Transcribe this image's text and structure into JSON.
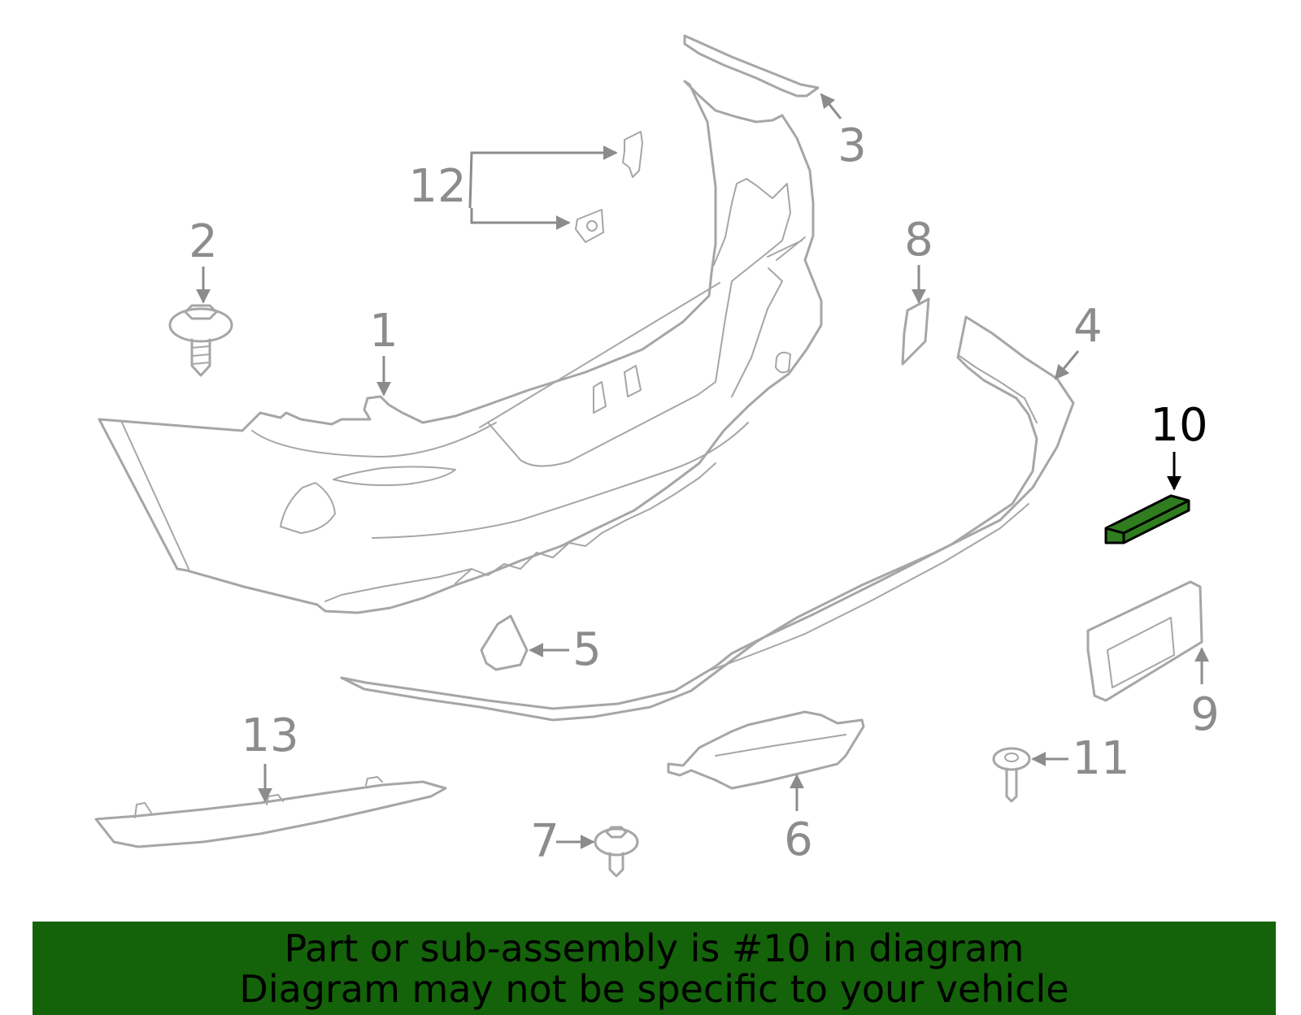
{
  "callouts": {
    "c1": "1",
    "c2": "2",
    "c3": "3",
    "c4": "4",
    "c5": "5",
    "c6": "6",
    "c7": "7",
    "c8": "8",
    "c9": "9",
    "c10": "10",
    "c11": "11",
    "c12": "12",
    "c13": "13"
  },
  "highlighted_part": "10",
  "colors": {
    "highlight": "#2f7d1f",
    "banner": "#14620a",
    "part_stroke": "#a6a6a6"
  },
  "banner": {
    "line1": "Part or sub-assembly is #10 in diagram",
    "line2": "Diagram may not be specific to your vehicle"
  }
}
